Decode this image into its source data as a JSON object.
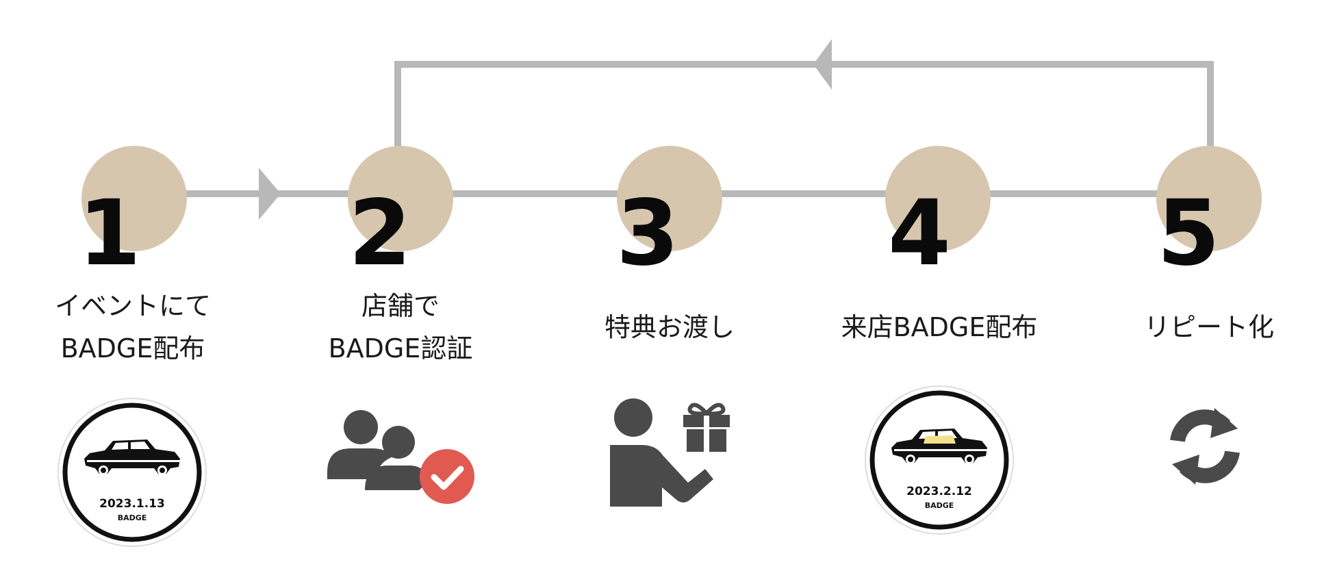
{
  "colors": {
    "circle": "#d6c6ad",
    "connector": "#b8b8b8",
    "icon": "#4a4a4a",
    "check_badge": "#e05a52",
    "number": "#0a0a0a"
  },
  "steps": [
    {
      "number": "1",
      "label_line1": "イベントにて",
      "label_line2": "BADGE配布",
      "icon": "car-badge-icon",
      "badge_date": "2023.1.13",
      "badge_word": "BADGE"
    },
    {
      "number": "2",
      "label_line1": "店舗で",
      "label_line2": "BADGE認証",
      "icon": "users-check-icon"
    },
    {
      "number": "3",
      "label_line1": "特典お渡し",
      "icon": "person-gift-icon"
    },
    {
      "number": "4",
      "label_line1": "来店BADGE配布",
      "icon": "car-badge-icon",
      "badge_date": "2023.2.12",
      "badge_word": "BADGE"
    },
    {
      "number": "5",
      "label_line1": "リピート化",
      "icon": "refresh-icon"
    }
  ]
}
